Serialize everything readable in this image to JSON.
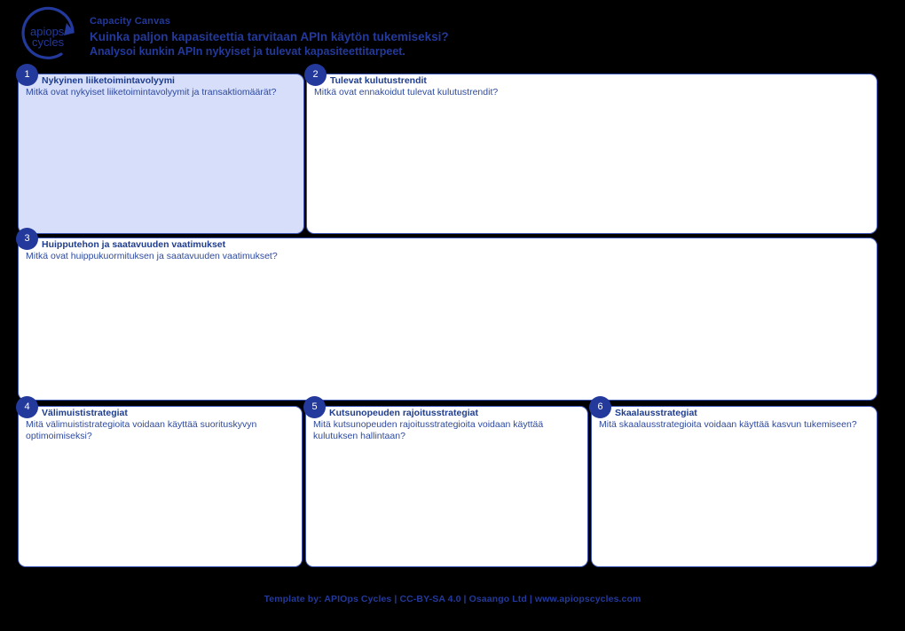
{
  "header": {
    "logo_alt": "APIOps Cycles logo",
    "logo_line1": "apiops",
    "logo_line2": "cycles",
    "title": "Capacity Canvas",
    "question": "Kuinka paljon kapasiteettia tarvitaan APIn käytön tukemiseksi?",
    "subtitle": "Analysoi kunkin APIn nykyiset ja tulevat kapasiteettitarpeet."
  },
  "colors": {
    "brand_blue": "#23399B",
    "card_border": "#3B55B5",
    "card_fill_highlight": "#D6DEFA",
    "badge_bg": "#23399B",
    "badge_text": "#FFFFFF",
    "background": "#000000",
    "body_text": "#2E4A9E"
  },
  "cards": [
    {
      "number": "1",
      "title": "Nykyinen liiketoimintavolyymi",
      "description": "Mitkä ovat nykyiset liiketoimintavolyymit ja transaktiomäärät?",
      "content": "",
      "highlighted": true
    },
    {
      "number": "2",
      "title": "Tulevat kulutustrendit",
      "description": "Mitkä ovat ennakoidut tulevat kulutustrendit?",
      "content": "",
      "highlighted": false
    },
    {
      "number": "3",
      "title": "Huipputehon ja saatavuuden vaatimukset",
      "description": "Mitkä ovat huippukuormituksen ja saatavuuden vaatimukset?",
      "content": "",
      "highlighted": false
    },
    {
      "number": "4",
      "title": "Välimuististrategiat",
      "description": "Mitä välimuististrategioita voidaan käyttää suorituskyvyn optimoimiseksi?",
      "content": "",
      "highlighted": false
    },
    {
      "number": "5",
      "title": "Kutsunopeuden rajoitusstrategiat",
      "description": "Mitä kutsunopeuden rajoitusstrategioita voidaan käyttää kulutuksen hallintaan?",
      "content": "",
      "highlighted": false
    },
    {
      "number": "6",
      "title": "Skaalausstrategiat",
      "description": "Mitä skaalausstrategioita voidaan käyttää kasvun tukemiseen?",
      "content": "",
      "highlighted": false
    }
  ],
  "footer": {
    "text": "Template by: APIOps Cycles | CC-BY-SA 4.0 | Osaango Ltd | www.apiopscycles.com"
  }
}
